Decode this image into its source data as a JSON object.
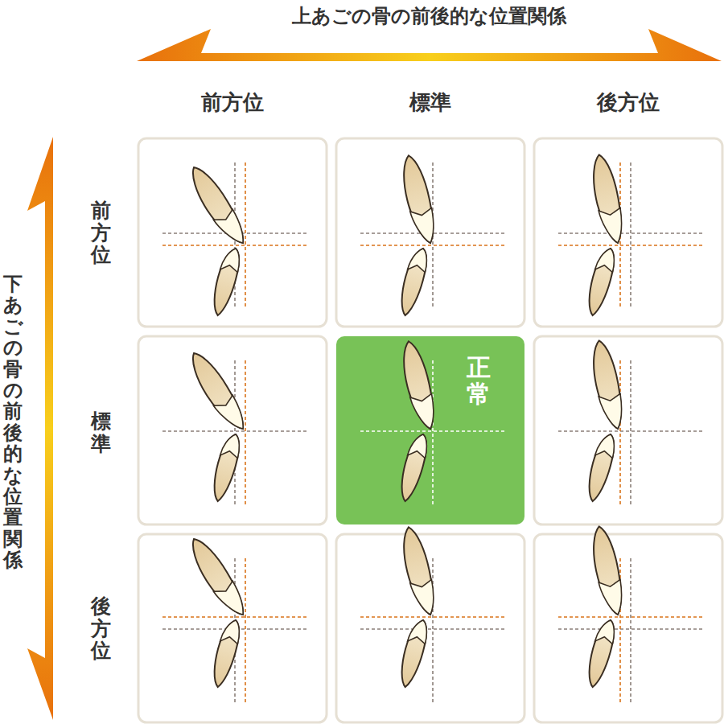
{
  "diagram": {
    "nodes": [
      {
        "text": [
          "正常"
        ]
      }
    ],
    "labels": [
      "上あごの骨の前後的な位置関係",
      "下あごの骨の前後的な位置関係",
      "前方位",
      "標準",
      "後方位",
      "前方位",
      "標準",
      "後方位"
    ]
  }
}
